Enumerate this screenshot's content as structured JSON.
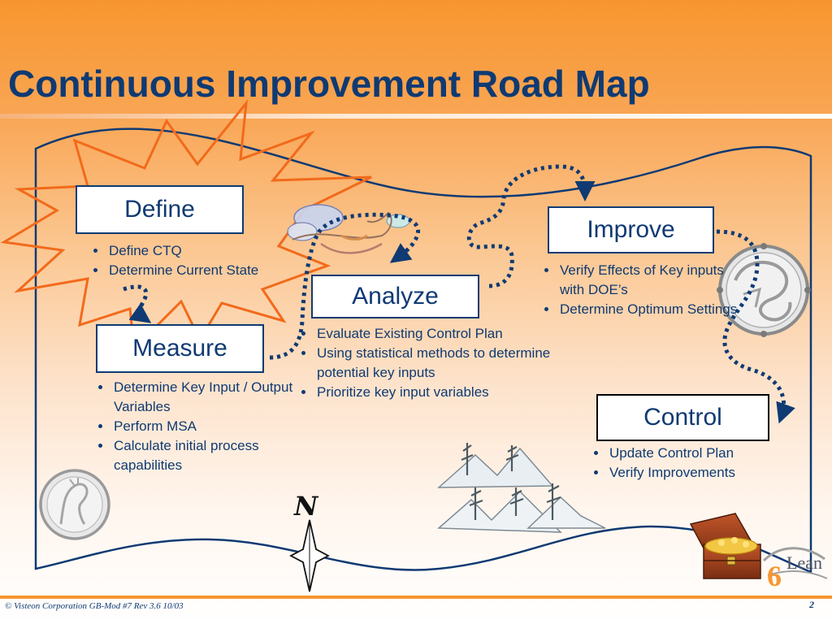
{
  "title": "Continuous Improvement Road Map",
  "phases": {
    "define": {
      "label": "Define",
      "bullets": [
        "Define CTQ",
        "Determine Current State"
      ]
    },
    "measure": {
      "label": "Measure",
      "bullets": [
        "Determine Key Input / Output Variables",
        "Perform MSA",
        "Calculate initial process capabilities"
      ]
    },
    "analyze": {
      "label": "Analyze",
      "bullets": [
        "Evaluate Existing Control Plan",
        "Using statistical methods to determine potential key inputs",
        "Prioritize key input variables"
      ]
    },
    "improve": {
      "label": "Improve",
      "bullets": [
        "Verify Effects of Key inputs with DOE’s",
        "Determine Optimum Settings"
      ]
    },
    "control": {
      "label": "Control",
      "bullets": [
        "Update Control Plan",
        "Verify Improvements"
      ]
    }
  },
  "compass_letter": "N",
  "logo": {
    "six": "6",
    "lean": "Lean"
  },
  "footer": {
    "copyright": "© Visteon Corporation  GB-Mod #7 Rev 3.6  10/03",
    "page_number": "2"
  },
  "colors": {
    "title": "#0f3a73",
    "accent_orange": "#f7962f",
    "star_outline": "#f26a1b",
    "dotted_path": "#0f3a73"
  },
  "icons": [
    "burst-star-icon",
    "cloud-dragon-icon",
    "dragon-seal-icon",
    "horse-seal-icon",
    "mountains-icon",
    "compass-icon",
    "treasure-chest-icon"
  ]
}
